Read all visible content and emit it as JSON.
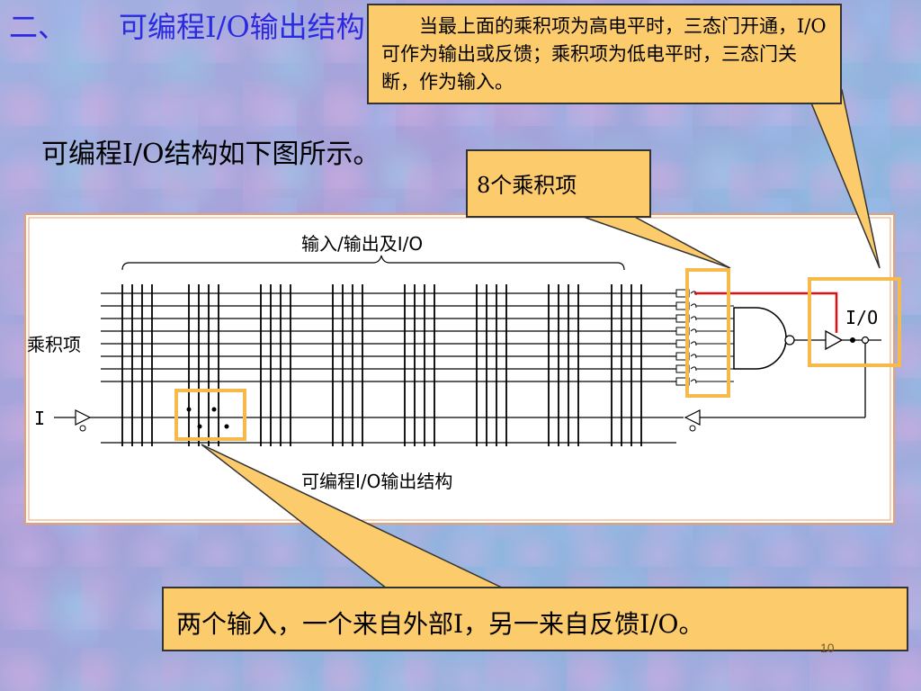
{
  "slide": {
    "title_num": "二、",
    "title_text": "可编程I/O输出结构",
    "subtitle": "可编程I/O结构如下图所示。",
    "page_number": "10"
  },
  "callouts": {
    "top": "当最上面的乘积项为高电平时，三态门开通，I/O可作为输出或反馈；乘积项为低电平时，三态门关断，作为输入。",
    "product_terms": "8个乘积项",
    "bottom": "两个输入，一个来自外部I，另一来自反馈I/O。"
  },
  "diagram": {
    "header_label": "输入/输出及I/O",
    "side_label": "乘积项",
    "input_label": "I",
    "io_label": "I/O",
    "caption": "可编程I/O输出结构"
  },
  "colors": {
    "title_blue": "#2a2ae0",
    "callout_fill": "#fccb6b",
    "highlight_box": "#f5b94c",
    "enable_line_red": "#e01010"
  }
}
